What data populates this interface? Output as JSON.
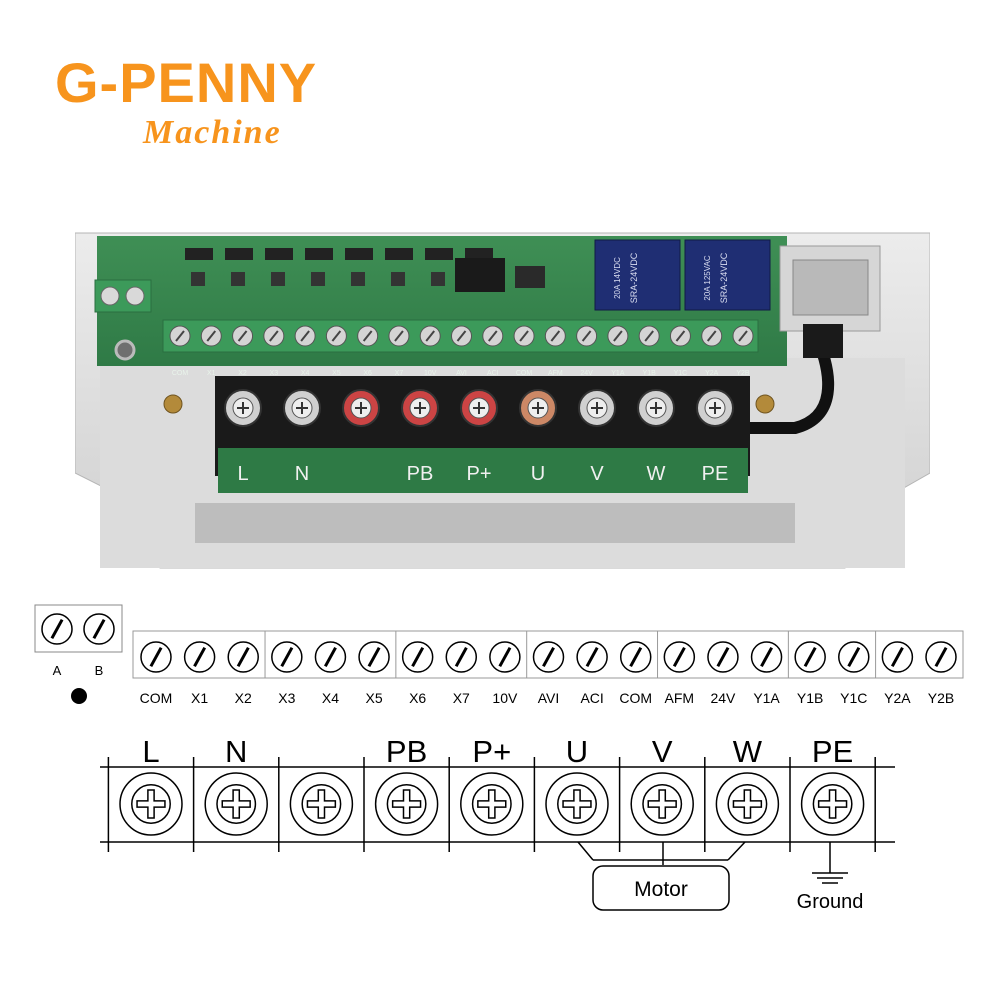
{
  "logo": {
    "brand": "G-PENNY",
    "tagline": "Machine"
  },
  "photo": {
    "signal_labels": [
      "COM",
      "X1",
      "X2",
      "X3",
      "X4",
      "X5",
      "X6",
      "X7",
      "10V",
      "AVI",
      "ACI",
      "COM",
      "AFM",
      "24V",
      "Y1A",
      "Y1B",
      "Y1C",
      "Y2A",
      "Y2B"
    ],
    "power_labels": [
      "L",
      "N",
      "",
      "PB",
      "P+",
      "U",
      "V",
      "W",
      "PE"
    ],
    "relay_text": [
      "SRA-24VDC",
      "20A 14VDC",
      "20A 125VAC"
    ]
  },
  "diagram": {
    "ab_labels": [
      "A",
      "B"
    ],
    "signal_labels": [
      "COM",
      "X1",
      "X2",
      "X3",
      "X4",
      "X5",
      "X6",
      "X7",
      "10V",
      "AVI",
      "ACI",
      "COM",
      "AFM",
      "24V",
      "Y1A",
      "Y1B",
      "Y1C",
      "Y2A",
      "Y2B"
    ],
    "power_labels": [
      "L",
      "N",
      "",
      "PB",
      "P+",
      "U",
      "V",
      "W",
      "PE"
    ],
    "motor_label": "Motor",
    "ground_label": "Ground"
  }
}
